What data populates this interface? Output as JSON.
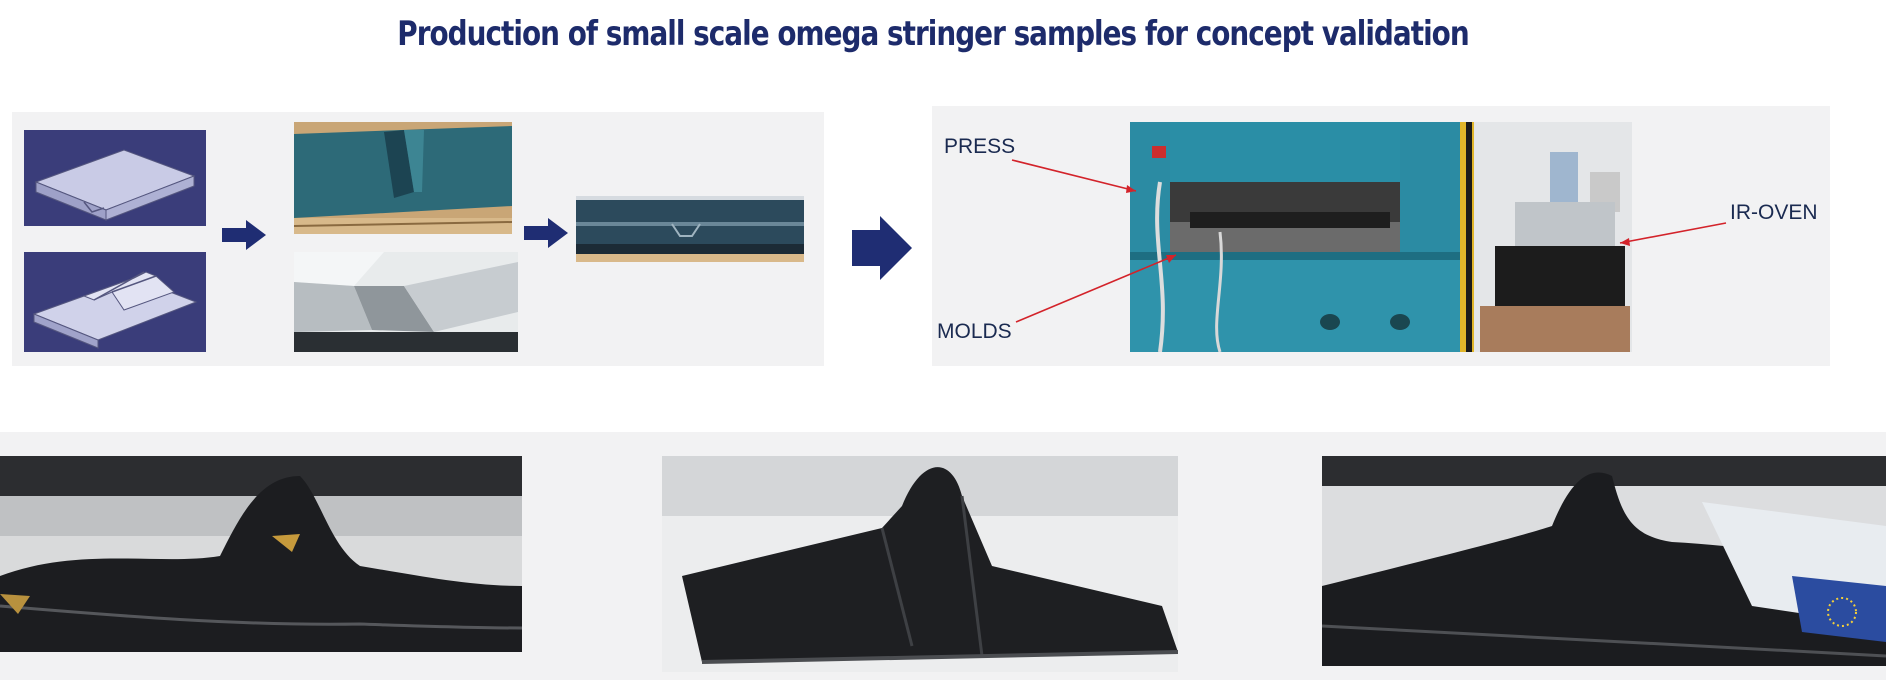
{
  "slide": {
    "title": "Production of small scale omega stringer samples for concept validation"
  },
  "process_panel": {
    "cad_models": [
      "flat laminate CAD model",
      "omega stringer CAD model"
    ],
    "mold_photos": [
      "mold with omega groove",
      "omega mold insert"
    ],
    "assembled_mold": "closed mold assembly"
  },
  "equipment_photo": {
    "labels": {
      "press": "PRESS",
      "molds": "MOLDS",
      "ir_oven": "IR-OVEN"
    },
    "annotation_color": "#d3232a"
  },
  "samples": [
    "omega stringer sample 1",
    "omega stringer sample 2",
    "omega stringer sample 3"
  ],
  "colors": {
    "title": "#1d2b6b",
    "arrow": "#1f2d73",
    "cad_bg": "#3a3d7a",
    "press_teal": "#2a8ea6"
  }
}
